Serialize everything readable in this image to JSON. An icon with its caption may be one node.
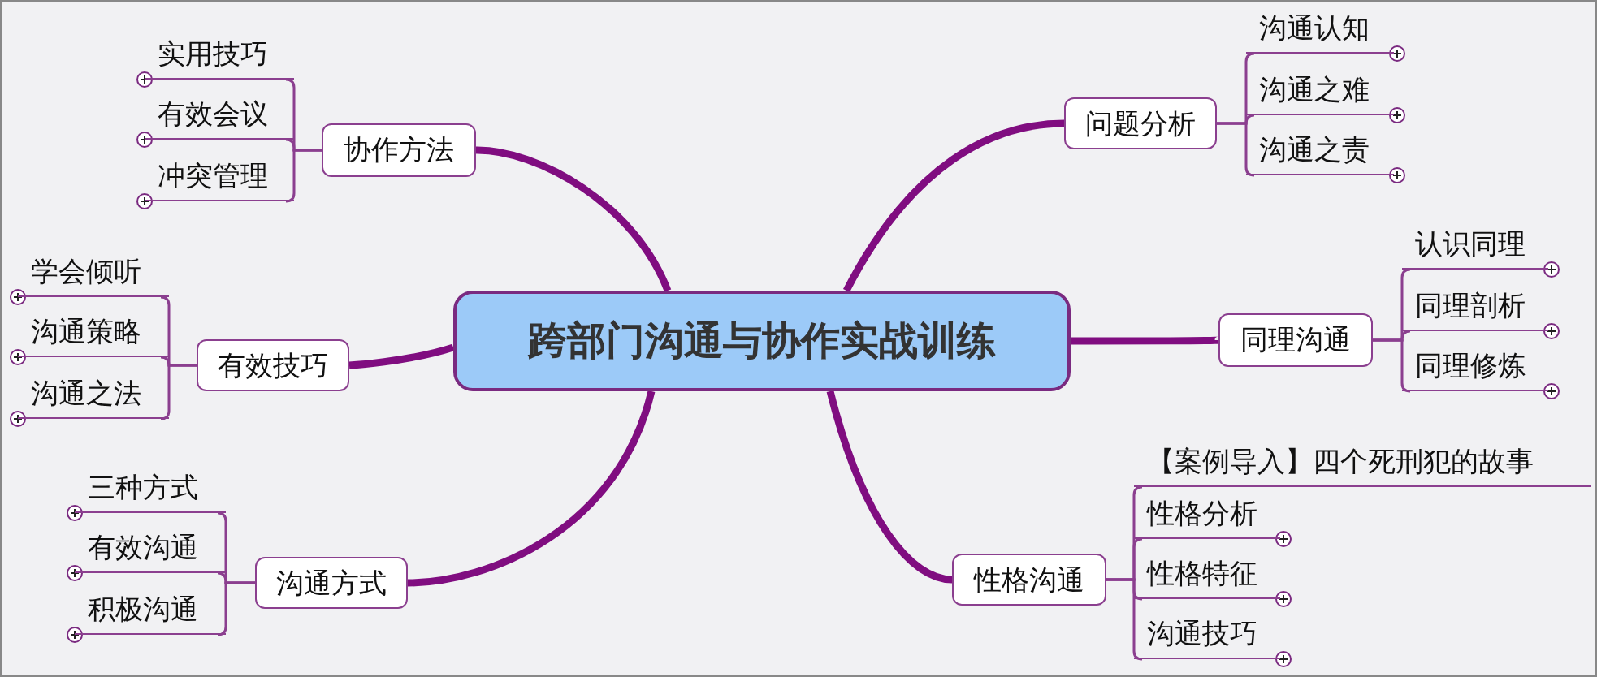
{
  "diagram": {
    "nodes": [
      {
        "text": [
          "跨部门沟通与协作实战训练"
        ]
      },
      {
        "text": [
          "协作方法"
        ]
      },
      {
        "text": [
          "实用技巧"
        ]
      },
      {
        "text": [
          "有效会议"
        ]
      },
      {
        "text": [
          "冲突管理"
        ]
      },
      {
        "text": [
          "有效技巧"
        ]
      },
      {
        "text": [
          "学会倾听"
        ]
      },
      {
        "text": [
          "沟通策略"
        ]
      },
      {
        "text": [
          "沟通之法"
        ]
      },
      {
        "text": [
          "沟通方式"
        ]
      },
      {
        "text": [
          "三种方式"
        ]
      },
      {
        "text": [
          "有效沟通"
        ]
      },
      {
        "text": [
          "积极沟通"
        ]
      },
      {
        "text": [
          "问题分析"
        ]
      },
      {
        "text": [
          "沟通认知"
        ]
      },
      {
        "text": [
          "沟通之难"
        ]
      },
      {
        "text": [
          "沟通之责"
        ]
      },
      {
        "text": [
          "同理沟通"
        ]
      },
      {
        "text": [
          "认识同理"
        ]
      },
      {
        "text": [
          "同理剖析"
        ]
      },
      {
        "text": [
          "同理修炼"
        ]
      },
      {
        "text": [
          "性格沟通"
        ]
      },
      {
        "text": [
          "【案例导入】四个死刑犯的故事"
        ]
      },
      {
        "text": [
          "性格分析"
        ]
      },
      {
        "text": [
          "性格特征"
        ]
      },
      {
        "text": [
          "沟通技巧"
        ]
      }
    ],
    "edges": [
      {
        "from": 0,
        "to": 1,
        "arrow": "none",
        "style": "thick"
      },
      {
        "from": 1,
        "to": 2,
        "arrow": "none"
      },
      {
        "from": 1,
        "to": 3,
        "arrow": "none"
      },
      {
        "from": 1,
        "to": 4,
        "arrow": "none"
      },
      {
        "from": 0,
        "to": 5,
        "arrow": "none",
        "style": "thick"
      },
      {
        "from": 5,
        "to": 6,
        "arrow": "none"
      },
      {
        "from": 5,
        "to": 7,
        "arrow": "none"
      },
      {
        "from": 5,
        "to": 8,
        "arrow": "none"
      },
      {
        "from": 0,
        "to": 9,
        "arrow": "none",
        "style": "thick"
      },
      {
        "from": 9,
        "to": 10,
        "arrow": "none"
      },
      {
        "from": 9,
        "to": 11,
        "arrow": "none"
      },
      {
        "from": 9,
        "to": 12,
        "arrow": "none"
      },
      {
        "from": 0,
        "to": 13,
        "arrow": "none",
        "style": "thick"
      },
      {
        "from": 13,
        "to": 14,
        "arrow": "none"
      },
      {
        "from": 13,
        "to": 15,
        "arrow": "none"
      },
      {
        "from": 13,
        "to": 16,
        "arrow": "none"
      },
      {
        "from": 0,
        "to": 17,
        "arrow": "none",
        "style": "thick"
      },
      {
        "from": 17,
        "to": 18,
        "arrow": "none"
      },
      {
        "from": 17,
        "to": 19,
        "arrow": "none"
      },
      {
        "from": 17,
        "to": 20,
        "arrow": "none"
      },
      {
        "from": 0,
        "to": 21,
        "arrow": "none",
        "style": "thick"
      },
      {
        "from": 21,
        "to": 22,
        "arrow": "none"
      },
      {
        "from": 21,
        "to": 23,
        "arrow": "none"
      },
      {
        "from": 21,
        "to": 24,
        "arrow": "none"
      },
      {
        "from": 21,
        "to": 25,
        "arrow": "none"
      }
    ]
  }
}
